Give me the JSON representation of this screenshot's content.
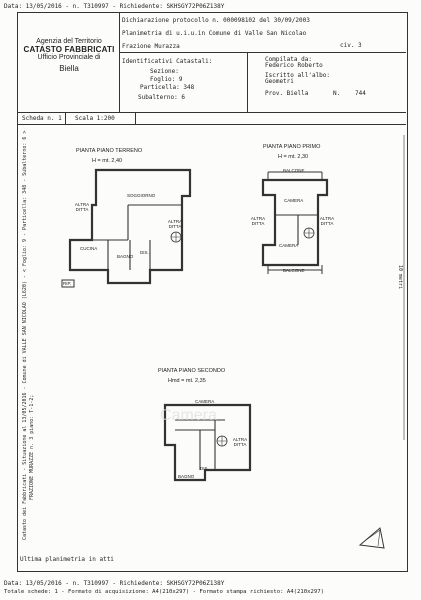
{
  "top_stamp": "Data: 13/05/2016 - n. T310997 - Richiedente: SKHSGY72P06Z138Y",
  "agency": {
    "line1": "Agenzia del Territorio",
    "line2": "CATASTO FABBRICATI",
    "line3": "Ufficio Provinciale di",
    "line4": "Biella"
  },
  "declaration": {
    "protocol": "Dichiarazione protocollo n. 000098102 del 30/09/2003",
    "planimetria": "Planimetria di u.i.u.in Comune di Valle San Nicolao",
    "frazione": "Frazione Murazza",
    "civ": "civ. 3"
  },
  "identificativi": {
    "title": "Identificativi Catastali:",
    "sezione": "Sezione:",
    "foglio": "Foglio: 9",
    "particella": "Particella: 348",
    "subalterno": "Subalterno: 6"
  },
  "compilata": {
    "title": "Compilata da:",
    "name": "Federico Roberto",
    "iscritto": "Iscritto all'albo:",
    "albo": "Geometri",
    "prov": "Prov. Biella",
    "n_label": "N.",
    "n_value": "744"
  },
  "scheda": "Scheda n. 1",
  "scala": "Scala 1:200",
  "plans": {
    "terreno": {
      "title": "PIANTA PIANO TERRENO",
      "height": "H = mt. 2,40"
    },
    "primo": {
      "title": "PIANTA PIANO PRIMO",
      "height": "H = mt. 2,30"
    },
    "secondo": {
      "title": "PIANTA PIANO SECONDO",
      "height": "Hmd = mt. 2,35"
    }
  },
  "rooms": {
    "altra_ditta": "ALTRA DITTA",
    "altra": "ALTRA",
    "ditta": "DITTA",
    "soggiorno": "SOGGIORNO",
    "cucina": "CUCINA",
    "bagno": "BAGNO",
    "dis": "DIS.",
    "rip": "RIP.",
    "balcone": "BALCONE",
    "camera": "CAMERA"
  },
  "side_scale": "10 metri",
  "left_vertical_1": "Catasto dei Fabbricati - Situazione al 13/05/2016 - Comune di VALLE SAN NICOLAO (L620) - < Foglio: 9 - Particella: 348 - Subalterno: 6 >",
  "left_vertical_2": "FRAZIONE MURAZZE n. 3 piano: T-1-2;",
  "ultima": "Ultima planimetria in atti",
  "bottom_stamp": "Data: 13/05/2016 - n. T310997 - Richiedente: SKHSGY72P06Z138Y",
  "bottom_totale": "Totale schede: 1 - Formato di acquisizione: A4(210x297) - Formato stampa richiesto: A4(210x297)"
}
